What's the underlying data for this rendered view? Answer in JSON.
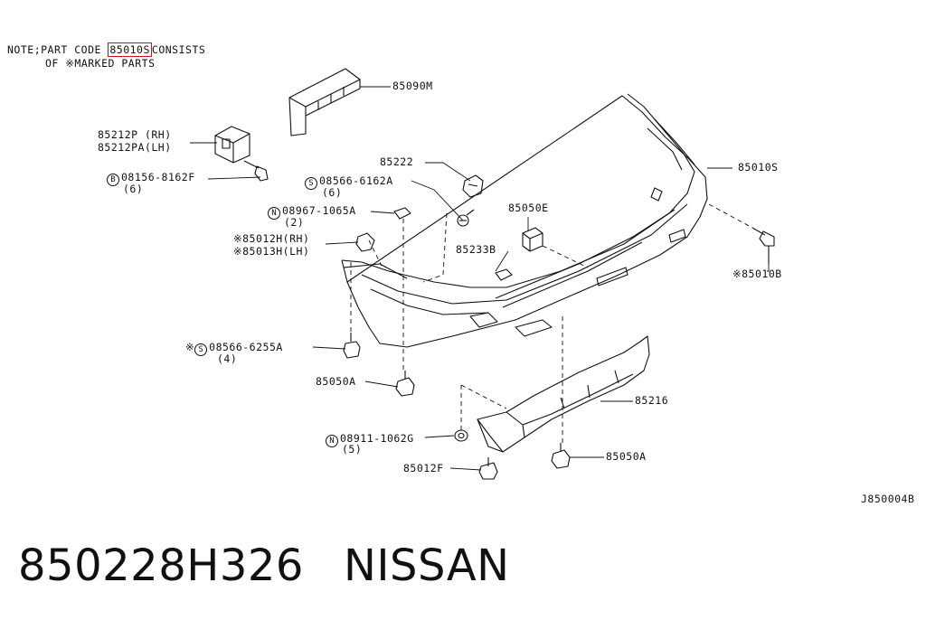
{
  "note": {
    "prefix": "NOTE;PART CODE ",
    "code": "85010S",
    "suffix": "CONSISTS",
    "line2": "OF ※MARKED PARTS"
  },
  "callouts": {
    "p85090M": "85090M",
    "p85212P": "85212P (RH)",
    "p85212PA": "85212PA(LH)",
    "p08156_sym": "B",
    "p08156": "08156-8162F",
    "p08156_qty": "(6)",
    "p85222": "85222",
    "p08566a_sym": "S",
    "p08566a": "08566-6162A",
    "p08566a_qty": "(6)",
    "p08967_sym": "N",
    "p08967": "08967-1065A",
    "p08967_qty": "(2)",
    "p85050E": "85050E",
    "p85010S": "85010S",
    "p85012H": "※85012H(RH)",
    "p85013H": "※85013H(LH)",
    "p85233B": "85233B",
    "p85010B": "※85010B",
    "p08566b_mark": "※",
    "p08566b_sym": "S",
    "p08566b": "08566-6255A",
    "p08566b_qty": "(4)",
    "p85050A_left": "85050A",
    "p85216": "85216",
    "p08911_sym": "N",
    "p08911": "08911-1062G",
    "p08911_qty": "(5)",
    "p85050A_right": "85050A",
    "p85012F": "85012F"
  },
  "diagram_id": "J850004B",
  "footer": {
    "part_number": "850228H326",
    "brand": "NISSAN"
  },
  "colors": {
    "highlight": "#d11111",
    "ink": "#111111"
  }
}
